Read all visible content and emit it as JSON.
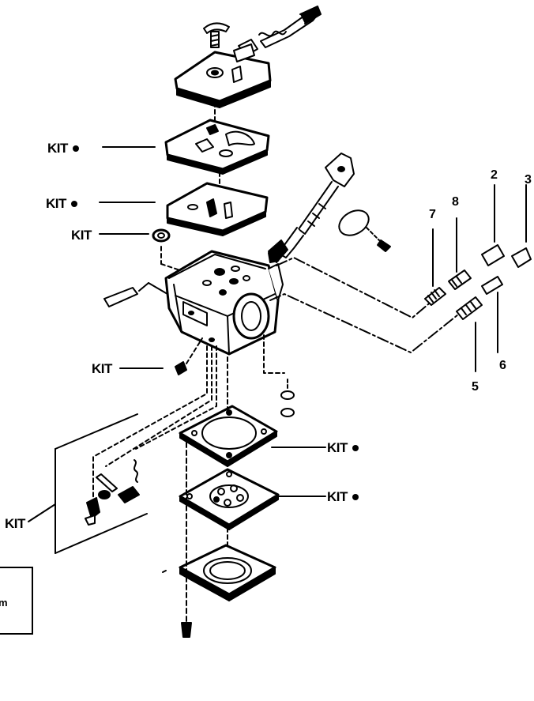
{
  "labels": {
    "kit_gasket_top": "KIT",
    "kit_diaphragm_top": "KIT",
    "kit_ring": "KIT",
    "kit_screw": "KIT",
    "kit_lower_assembly": "KIT",
    "kit_gasket_bottom": "KIT",
    "kit_diaphragm_bottom": "KIT"
  },
  "numbers": {
    "n2": "2",
    "n3": "3",
    "n5": "5",
    "n6": "6",
    "n7": "7",
    "n8": "8"
  },
  "legend_box": {
    "text": "m"
  },
  "colors": {
    "ink": "#000000",
    "background": "#ffffff"
  }
}
